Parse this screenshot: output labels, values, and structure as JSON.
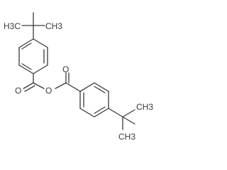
{
  "molecule": {
    "atom_labels": {
      "methyl_top": "H3C",
      "methyl_top_right": "CH3",
      "carbonyl_oxygen_left": "O",
      "ester_oxygen": "O",
      "carbonyl_oxygen_right": "O",
      "methyl_bottom_right": "CH3",
      "methyl_bottom": "CH3"
    },
    "colors": {
      "bond": "#3a3a3a",
      "label": "#3a3a3a",
      "background": "#ffffff"
    }
  }
}
